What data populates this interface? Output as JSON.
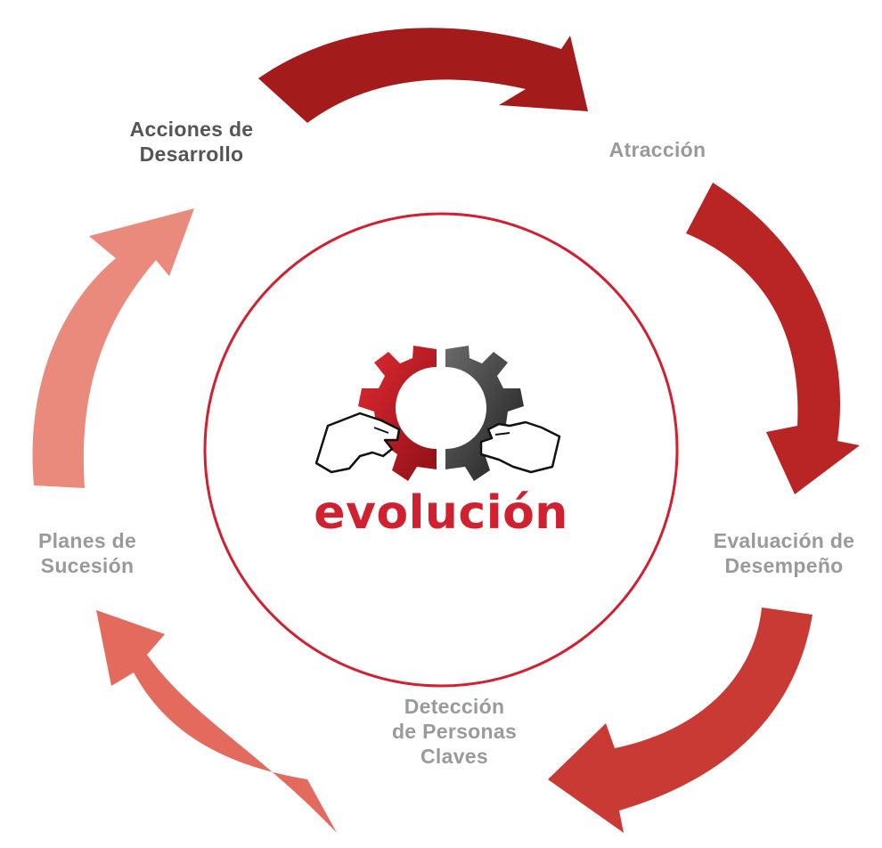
{
  "cycle": {
    "steps": [
      {
        "id": "acciones",
        "lines": [
          "Acciones de",
          "Desarrollo"
        ],
        "emphasis": true
      },
      {
        "id": "atraccion",
        "lines": [
          "Atracción"
        ],
        "emphasis": false
      },
      {
        "id": "evaluacion",
        "lines": [
          "Evaluación de",
          "Desempeño"
        ],
        "emphasis": false
      },
      {
        "id": "deteccion",
        "lines": [
          "Detección",
          "de Personas",
          "Claves"
        ],
        "emphasis": false
      },
      {
        "id": "planes",
        "lines": [
          "Planes de",
          "Sucesión"
        ],
        "emphasis": false
      }
    ],
    "arrow_colors": [
      "#a31b1b",
      "#b92524",
      "#c93a35",
      "#e36a5c",
      "#ea8a7c"
    ]
  },
  "center": {
    "brand": "evolución",
    "brand_color": "#d1202f",
    "ring_color": "#d1202f",
    "logo_icon": "gear-with-hands-icon",
    "gear_left_color": "#c8202a",
    "gear_right_color": "#3d3d3d"
  }
}
